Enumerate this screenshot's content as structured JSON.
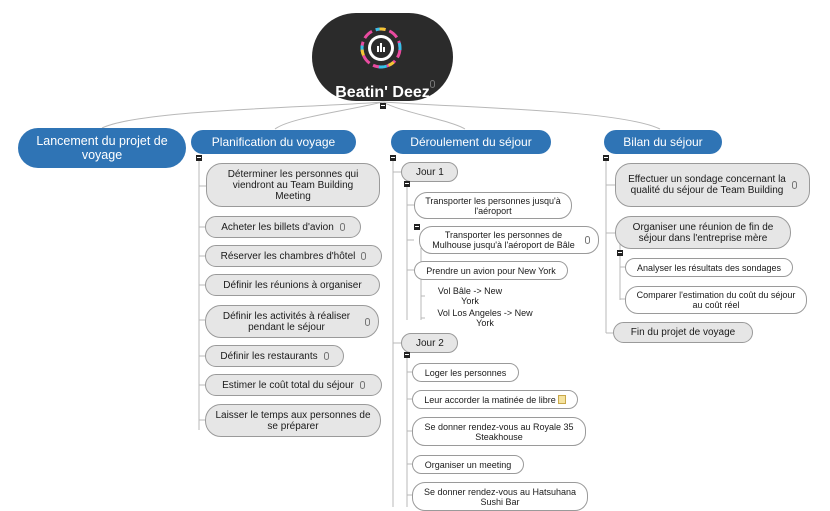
{
  "root": {
    "title": "Beatin' Deez",
    "logo_icon": "chart-bars-logo-icon"
  },
  "branches": {
    "lancement": "Lancement du projet de voyage",
    "planification": "Planification du voyage",
    "deroulement": "Déroulement du séjour",
    "bilan": "Bilan du séjour"
  },
  "planification_items": [
    "Déterminer les personnes qui viendront au Team Building Meeting",
    "Acheter les billets d'avion",
    "Réserver les chambres d'hôtel",
    "Définir les réunions à organiser",
    "Définir les activités à réaliser pendant le séjour",
    "Définir les restaurants",
    "Estimer le coût total du séjour",
    "Laisser le temps aux personnes de se préparer"
  ],
  "jour1": {
    "label": "Jour 1",
    "items": [
      "Transporter les personnes jusqu'à l'aéroport",
      "Transporter les personnes de Mulhouse jusqu'à l'aéroport de Bâle",
      "Prendre un avion pour New York",
      "Vol Bâle -> New York",
      "Vol Los Angeles -> New York"
    ]
  },
  "jour2": {
    "label": "Jour 2",
    "items": [
      "Loger les personnes",
      "Leur accorder la matinée de libre",
      "Se donner rendez-vous au Royale 35 Steakhouse",
      "Organiser un meeting",
      "Se donner rendez-vous au Hatsuhana Sushi Bar"
    ]
  },
  "bilan_items": [
    "Effectuer un sondage concernant la qualité du séjour de Team Building",
    "Organiser une réunion de fin de séjour dans l'entreprise mère",
    "Analyser les résultats des sondages",
    "Comparer l'estimation du coût du séjour au coût réel",
    "Fin du projet de voyage"
  ],
  "colors": {
    "branch": "#2f74b5",
    "root": "#2b2b2b",
    "node_fill": "#e6e6e6",
    "connector": "#b0b0b0"
  }
}
